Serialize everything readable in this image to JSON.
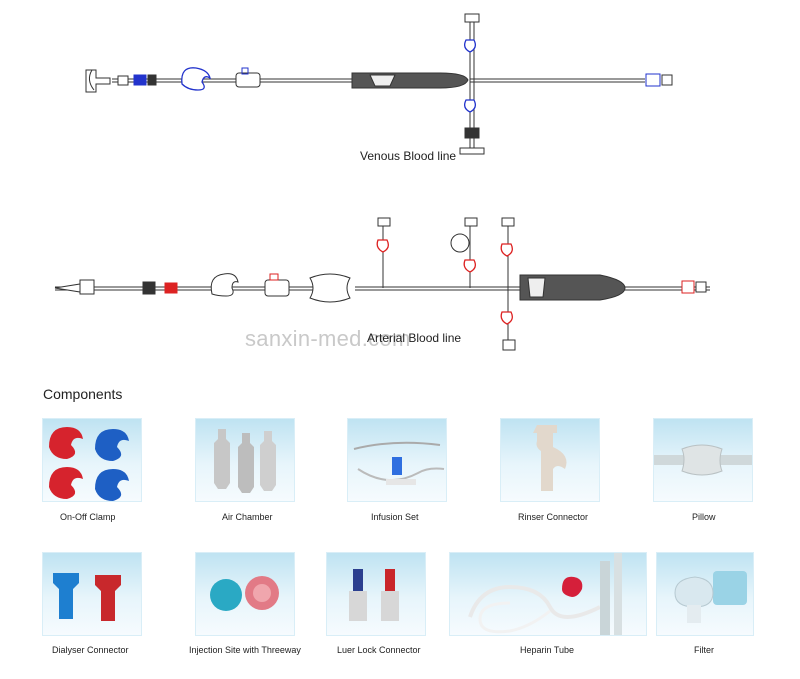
{
  "diagrams": {
    "venous_label": "Venous Blood line",
    "arterial_label": "Arterial Blood line"
  },
  "watermark": "sanxin-med.com",
  "components": {
    "title": "Components",
    "items": [
      {
        "label": "On-Off Clamp"
      },
      {
        "label": "Air  Chamber"
      },
      {
        "label": "Infusion Set"
      },
      {
        "label": "Rinser Connector"
      },
      {
        "label": "Pillow"
      },
      {
        "label": "Dialyser Connector"
      },
      {
        "label": "Injection Site with Threeway"
      },
      {
        "label": "Luer Lock Connector"
      },
      {
        "label": "Heparin Tube"
      },
      {
        "label": "Filter"
      }
    ]
  },
  "colors": {
    "venous_accent": "#2233cc",
    "arterial_accent": "#dd2222",
    "line": "#333333"
  }
}
